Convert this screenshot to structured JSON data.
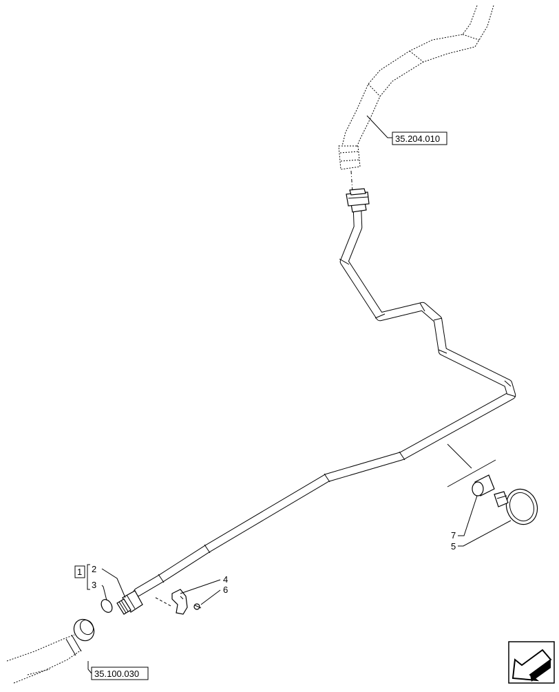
{
  "references": {
    "upper": "35.204.010",
    "lower": "35.100.030"
  },
  "callouts": {
    "group": "1",
    "item_2": "2",
    "item_3": "3",
    "item_4": "4",
    "item_5": "5",
    "item_6": "6",
    "item_7": "7"
  },
  "nav_icon": "next-page-arrow-icon"
}
